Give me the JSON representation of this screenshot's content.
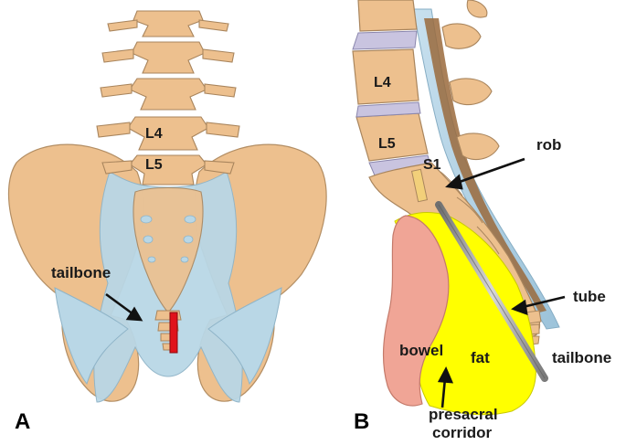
{
  "panel_a": {
    "letter": "A",
    "labels": {
      "l4": "L4",
      "l5": "L5",
      "tailbone": "tailbone"
    }
  },
  "panel_b": {
    "letter": "B",
    "labels": {
      "l4": "L4",
      "l5": "L5",
      "s1": "S1",
      "rob": "rob",
      "tube": "tube",
      "tailbone": "tailbone",
      "bowel": "bowel",
      "fat": "fat",
      "presacral_line1": "presacral",
      "presacral_line2": "corridor"
    }
  },
  "colors": {
    "bone": "#edc08e",
    "bone_outline": "#a9855d",
    "ligament": "#b9d7e6",
    "disc": "#c9c4e0",
    "fat": "#ffff00",
    "bowel": "#f0a596",
    "marker": "#e0131b",
    "tube": "#9a9a9a",
    "canal": "#9a6a3c"
  }
}
